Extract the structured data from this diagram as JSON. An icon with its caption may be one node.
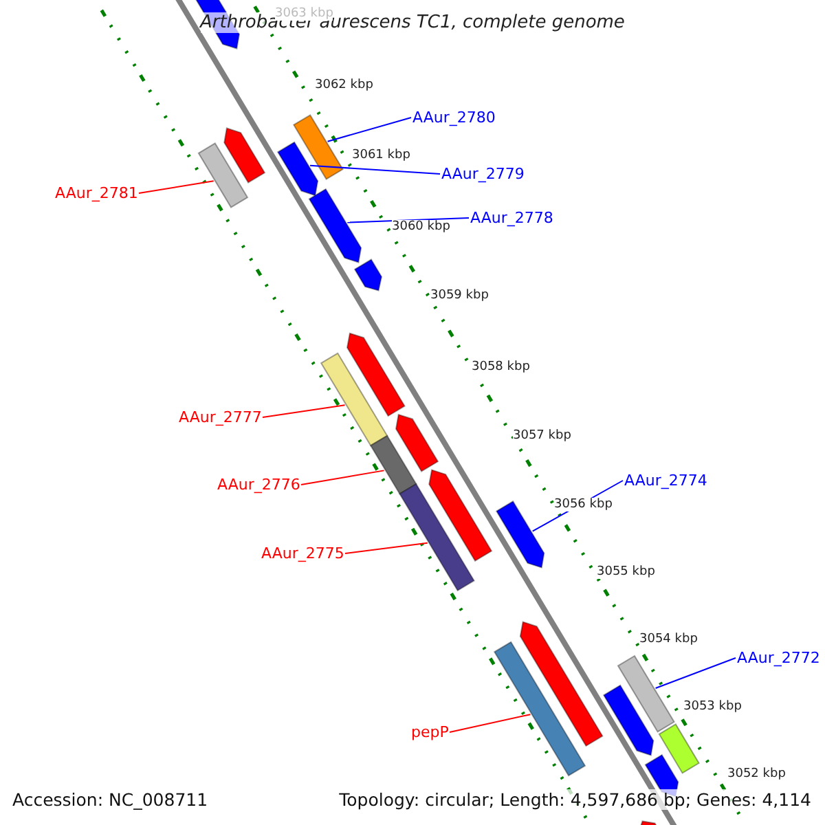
{
  "diagram": {
    "title": "Arthrobacter aurescens TC1, complete genome",
    "nodes": [
      {
        "text": [],
        "shape": "bar"
      },
      {
        "text": [],
        "shape": "bar"
      },
      {
        "text": [],
        "shape": "bar"
      },
      {
        "text": [],
        "shape": "bar"
      },
      {
        "text": [],
        "shape": "bar"
      },
      {
        "text": [],
        "shape": "bar"
      },
      {
        "text": [],
        "shape": "bar"
      },
      {
        "text": [],
        "shape": "bar"
      },
      {
        "text": [],
        "shape": "bar"
      },
      {
        "text": [],
        "shape": "bar"
      },
      {
        "text": [],
        "shape": "bar"
      },
      {
        "text": [],
        "shape": "bar"
      },
      {
        "text": [],
        "shape": "bar"
      },
      {
        "text": [],
        "shape": "bar"
      },
      {
        "text": [],
        "shape": "bar"
      },
      {
        "text": [],
        "shape": "bar"
      },
      {
        "text": [],
        "shape": "bar"
      },
      {
        "text": [],
        "shape": "bar"
      },
      {
        "text": [],
        "shape": "bar"
      },
      {
        "text": [],
        "shape": "bar"
      },
      {
        "text": [],
        "shape": "bar"
      },
      {
        "text": [
          "AAur_2780"
        ]
      },
      {
        "text": [
          "AAur_2781"
        ]
      },
      {
        "text": [
          "AAur_2779"
        ]
      },
      {
        "text": [
          "AAur_2778"
        ]
      },
      {
        "text": [
          "AAur_2777"
        ]
      },
      {
        "text": [
          "AAur_2776"
        ]
      },
      {
        "text": [
          "AAur_2774"
        ]
      },
      {
        "text": [
          "AAur_2775"
        ]
      },
      {
        "text": [
          "AAur_2772"
        ]
      },
      {
        "text": [
          "pepP"
        ]
      }
    ],
    "edges": [
      {
        "from": 21,
        "to": 4,
        "arrow": "none",
        "color": "#0000ff"
      },
      {
        "from": 22,
        "to": 1,
        "arrow": "none",
        "color": "#ff0000"
      },
      {
        "from": 23,
        "to": 3,
        "arrow": "none",
        "color": "#0000ff"
      },
      {
        "from": 24,
        "to": 5,
        "arrow": "none",
        "color": "#0000ff"
      },
      {
        "from": 25,
        "to": 7,
        "arrow": "none",
        "color": "#ff0000"
      },
      {
        "from": 26,
        "to": 9,
        "arrow": "none",
        "color": "#ff0000"
      },
      {
        "from": 27,
        "to": 13,
        "arrow": "none",
        "color": "#0000ff"
      },
      {
        "from": 28,
        "to": 11,
        "arrow": "none",
        "color": "#ff0000"
      },
      {
        "from": 29,
        "to": 16,
        "arrow": "none",
        "color": "#0000ff"
      },
      {
        "from": 30,
        "to": 14,
        "arrow": "none",
        "color": "#ff0000"
      }
    ],
    "labels": [
      "3063 kbp",
      "3062 kbp",
      "3061 kbp",
      "3060 kbp",
      "3059 kbp",
      "3058 kbp",
      "3057 kbp",
      "3056 kbp",
      "3055 kbp",
      "3054 kbp",
      "3053 kbp",
      "3052 kbp",
      "Accession: NC_008711",
      "Topology: circular; Length: 4,597,686 bp; Genes: 4,114"
    ]
  }
}
